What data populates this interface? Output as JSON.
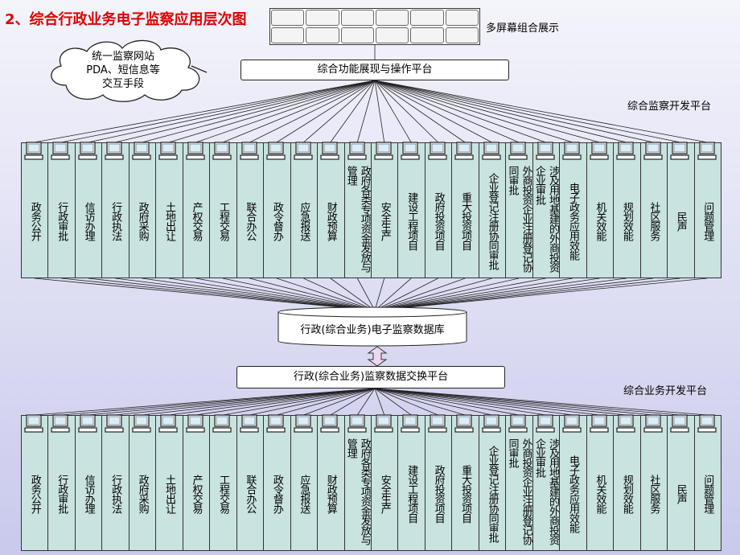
{
  "title": "2、综合行政业务电子监察应用层次图",
  "multi_screen": {
    "label": "多屏幕组合展示",
    "tiles": 12
  },
  "cloud": {
    "text": "统一监察网站\nPDA、短信息等\n交互手段"
  },
  "top_platform": {
    "label": "综合功能展现与操作平台"
  },
  "top_dev_platform": {
    "label": "综合监察开发平台"
  },
  "database": {
    "label": "行政(综合业务)电子监察数据库"
  },
  "exchange_platform": {
    "label": "行政(综合业务)监察数据交换平台"
  },
  "bottom_dev_platform": {
    "label": "综合业务开发平台"
  },
  "modules": [
    "政务公开",
    "行政审批",
    "信访办理",
    "行政执法",
    "政府采购",
    "土地出让",
    "产权交易",
    "工程交易",
    "联合办公",
    "政令督办",
    "应急报送",
    "财政预算",
    "政府各类专项资金发放与管理",
    "安全生产",
    "建设工程项目",
    "政府投资项目",
    "重大投资项目",
    "企业登记注册协同审批",
    "外商投资企业注册登记协同审批",
    "涉及用地基建的外商投资企业审批",
    "电子政务应用效能",
    "机关效能",
    "规划效能",
    "社区服务",
    "民声",
    "问题管理"
  ],
  "colors": {
    "title": "#e00000",
    "module_fill": "#c8e3e0",
    "background_bottom": "#c9c9ec"
  }
}
